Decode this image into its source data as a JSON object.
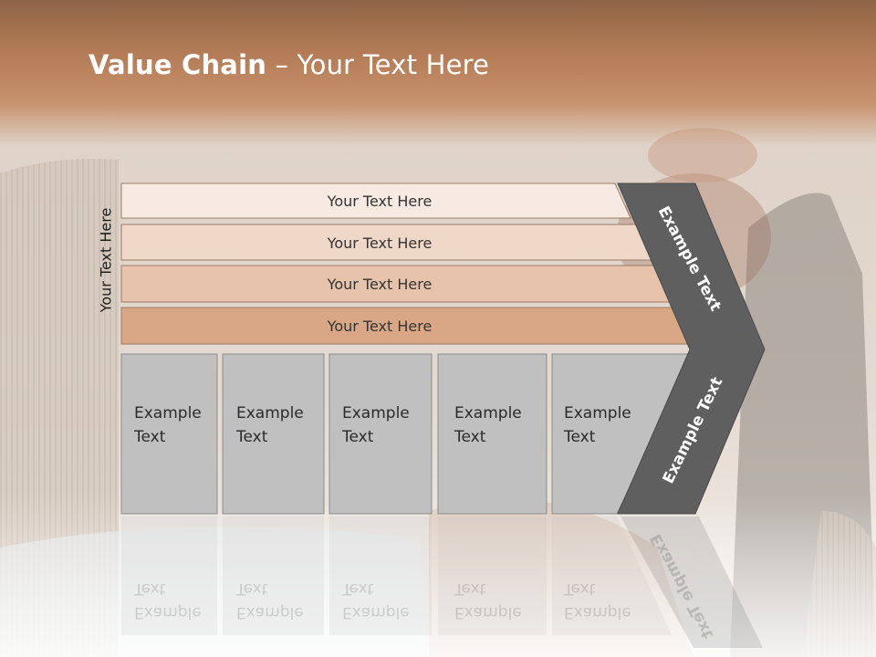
{
  "slide": {
    "title_bold": "Value Chain",
    "title_rest": " – Your Text Here",
    "side_label": "Your Text Here"
  },
  "rows": [
    {
      "label": "Your Text Here",
      "fill": "#f6eae2"
    },
    {
      "label": "Your Text Here",
      "fill": "#f0d8c8"
    },
    {
      "label": "Your Text Here",
      "fill": "#e8c3ac"
    },
    {
      "label": "Your Text Here",
      "fill": "#daa786"
    }
  ],
  "columns": [
    {
      "line1": "Example",
      "line2": "Text"
    },
    {
      "line1": "Example",
      "line2": "Text"
    },
    {
      "line1": "Example",
      "line2": "Text"
    },
    {
      "line1": "Example",
      "line2": "Text"
    },
    {
      "line1": "Example",
      "line2": "Text"
    }
  ],
  "chevron": {
    "upper_label": "Example Text",
    "lower_label": "Example Text",
    "fill": "#5f5f5f"
  },
  "colors": {
    "title_band": "#b27b56",
    "column_fill": "#c0c0c0",
    "background": "#e9e1da"
  }
}
